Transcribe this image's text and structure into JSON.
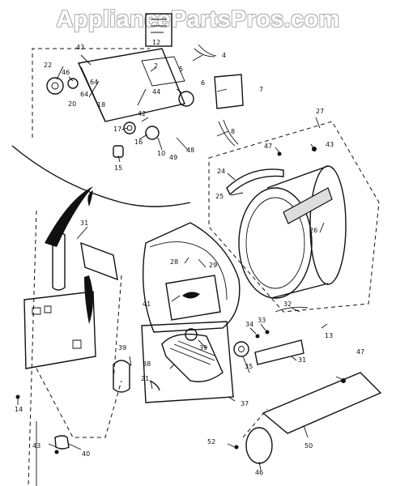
{
  "watermark": "AppliancePartsPros.com",
  "callouts": [
    {
      "id": "c12",
      "text": "12"
    },
    {
      "id": "c2",
      "text": "2"
    },
    {
      "id": "c4",
      "text": "4"
    },
    {
      "id": "c5",
      "text": "5"
    },
    {
      "id": "c6",
      "text": "6"
    },
    {
      "id": "c7",
      "text": "7"
    },
    {
      "id": "c22",
      "text": "22"
    },
    {
      "id": "c43a",
      "text": "43"
    },
    {
      "id": "c46a",
      "text": "46"
    },
    {
      "id": "c20",
      "text": "20"
    },
    {
      "id": "c64a",
      "text": "64"
    },
    {
      "id": "c64b",
      "text": "64"
    },
    {
      "id": "c18",
      "text": "18"
    },
    {
      "id": "c44",
      "text": "44"
    },
    {
      "id": "c42",
      "text": "42"
    },
    {
      "id": "c17",
      "text": "17"
    },
    {
      "id": "c16",
      "text": "16"
    },
    {
      "id": "c10",
      "text": "10"
    },
    {
      "id": "c49",
      "text": "49"
    },
    {
      "id": "c48",
      "text": "48"
    },
    {
      "id": "c15",
      "text": "15"
    },
    {
      "id": "c8",
      "text": "8"
    },
    {
      "id": "c27",
      "text": "27"
    },
    {
      "id": "c47a",
      "text": "47"
    },
    {
      "id": "c43b",
      "text": "43"
    },
    {
      "id": "c24",
      "text": "24"
    },
    {
      "id": "c25",
      "text": "25"
    },
    {
      "id": "c26a",
      "text": "26"
    },
    {
      "id": "c31a",
      "text": "31"
    },
    {
      "id": "c28",
      "text": "28"
    },
    {
      "id": "c29",
      "text": "29"
    },
    {
      "id": "c41",
      "text": "41"
    },
    {
      "id": "c32",
      "text": "32"
    },
    {
      "id": "c34",
      "text": "34"
    },
    {
      "id": "c33",
      "text": "33"
    },
    {
      "id": "c13",
      "text": "13"
    },
    {
      "id": "c39a",
      "text": "39"
    },
    {
      "id": "c39b",
      "text": "39"
    },
    {
      "id": "c38",
      "text": "38"
    },
    {
      "id": "c21",
      "text": "21"
    },
    {
      "id": "c35",
      "text": "35"
    },
    {
      "id": "c31b",
      "text": "31"
    },
    {
      "id": "c47b",
      "text": "47"
    },
    {
      "id": "c37",
      "text": "37"
    },
    {
      "id": "c14",
      "text": "14"
    },
    {
      "id": "c50",
      "text": "50"
    },
    {
      "id": "c43c",
      "text": "43"
    },
    {
      "id": "c40",
      "text": "40"
    },
    {
      "id": "c52",
      "text": "52"
    },
    {
      "id": "c46b",
      "text": "46"
    }
  ]
}
